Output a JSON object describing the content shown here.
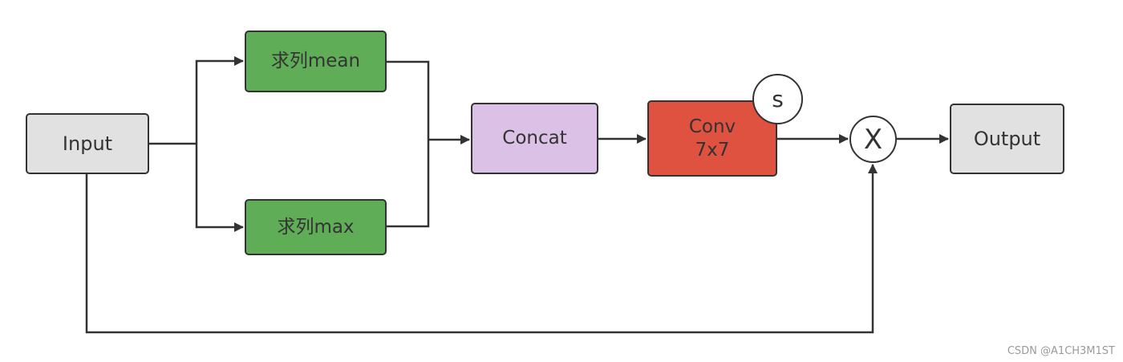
{
  "colors": {
    "stroke": "#333333",
    "io_fill": "#e1e1e1",
    "pool_fill": "#60ad57",
    "concat_fill": "#dcc1e6",
    "conv_fill": "#e05240",
    "circle_fill": "#ffffff"
  },
  "nodes": {
    "input": {
      "label": "Input"
    },
    "mean": {
      "label": "求列mean"
    },
    "max": {
      "label": "求列max"
    },
    "concat": {
      "label": "Concat"
    },
    "conv": {
      "line1": "Conv",
      "line2": "7x7"
    },
    "sigmoid": {
      "label": "S"
    },
    "multiply": {
      "label": "X"
    },
    "output": {
      "label": "Output"
    }
  },
  "edges": [
    {
      "from": "input",
      "to": "mean"
    },
    {
      "from": "input",
      "to": "max"
    },
    {
      "from": "mean",
      "to": "concat"
    },
    {
      "from": "max",
      "to": "concat"
    },
    {
      "from": "concat",
      "to": "conv"
    },
    {
      "from": "conv",
      "to": "multiply"
    },
    {
      "from": "input",
      "to": "multiply",
      "kind": "skip"
    },
    {
      "from": "multiply",
      "to": "output"
    }
  ],
  "watermark": "CSDN @A1CH3M1ST"
}
